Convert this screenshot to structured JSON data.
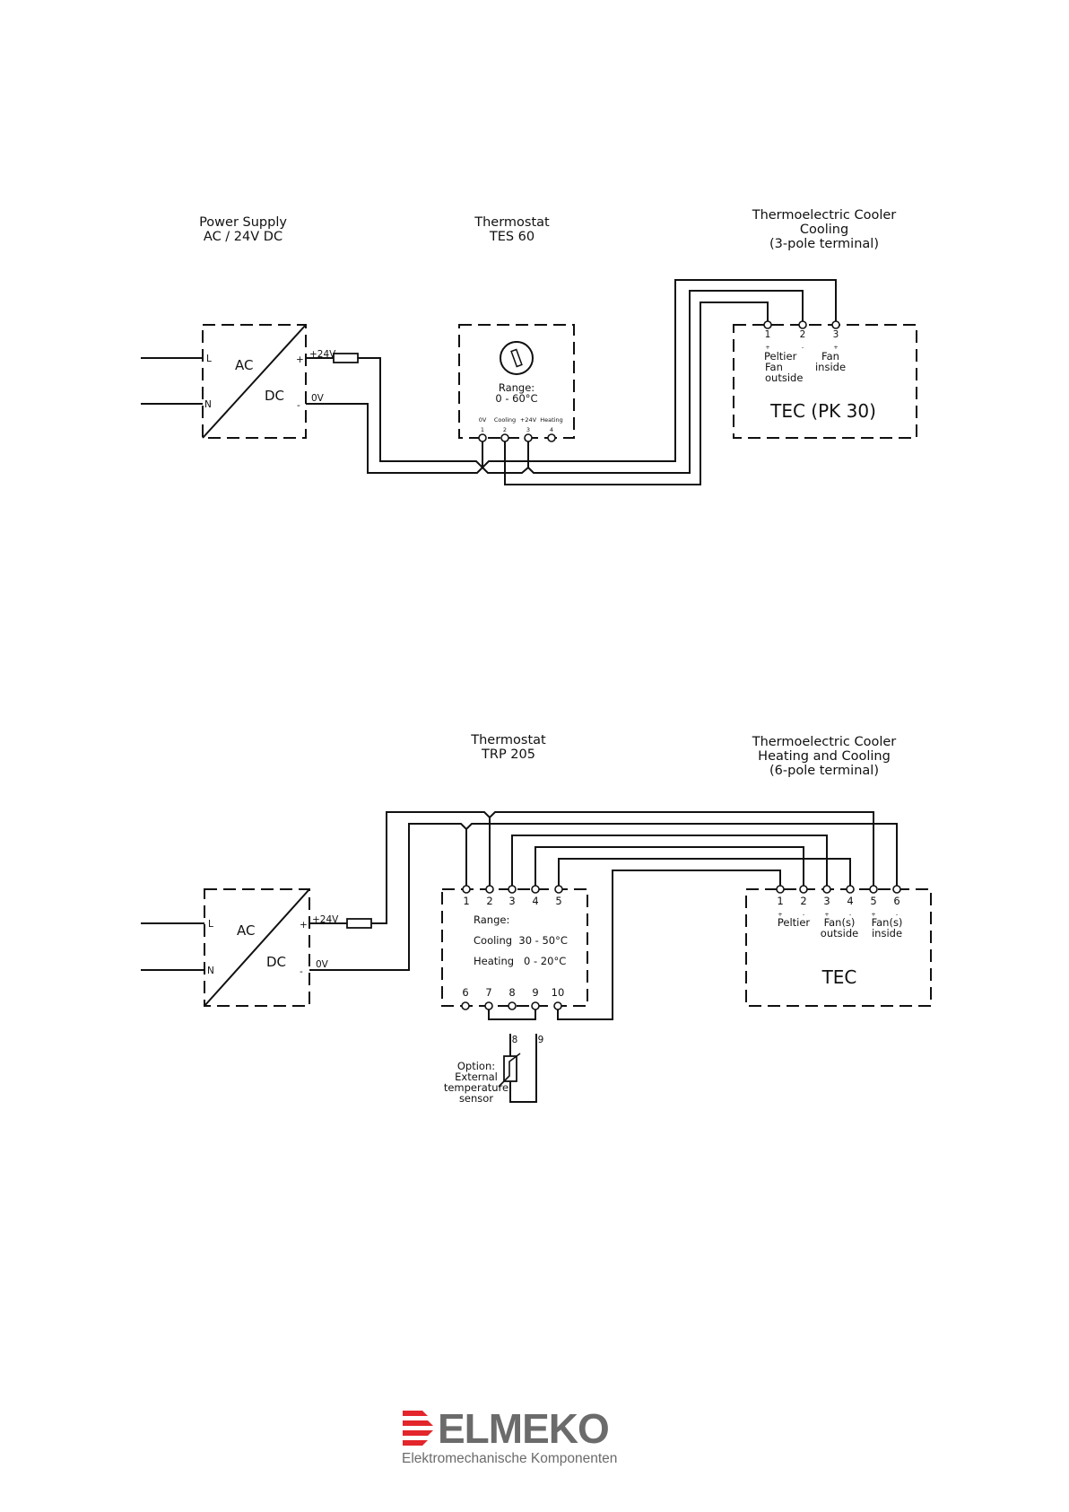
{
  "diagram1": {
    "psu_title": [
      "Power Supply",
      "AC / 24V DC"
    ],
    "psu": {
      "l": "L",
      "n": "N",
      "ac": "AC",
      "dc": "DC",
      "plus": "+",
      "minus": "-",
      "v24": "+24V",
      "v0": "0V"
    },
    "thermostat_title": [
      "Thermostat",
      "TES 60"
    ],
    "thermostat": {
      "range": [
        "Range:",
        "0 - 60°C"
      ],
      "terminal_names": [
        "0V",
        "Cooling",
        "+24V",
        "Heating"
      ],
      "terminal_numbers": [
        "1",
        "2",
        "3",
        "4"
      ]
    },
    "tec_title": [
      "Thermoelectric Cooler",
      "Cooling",
      "(3-pole terminal)"
    ],
    "tec": {
      "terminal_numbers": [
        "1",
        "2",
        "3"
      ],
      "signs": [
        "+",
        "-",
        "+"
      ],
      "labels": [
        [
          "Peltier",
          "Fan",
          "outside"
        ],
        [
          "Fan",
          "inside"
        ]
      ],
      "name": "TEC (PK 30)"
    }
  },
  "diagram2": {
    "psu": {
      "l": "L",
      "n": "N",
      "ac": "AC",
      "dc": "DC",
      "plus": "+",
      "minus": "-",
      "v24": "+24V",
      "v0": "0V"
    },
    "thermostat_title": [
      "Thermostat",
      "TRP 205"
    ],
    "thermostat": {
      "top_numbers": [
        "1",
        "2",
        "3",
        "4",
        "5"
      ],
      "range": "Range:",
      "cooling": "Cooling  30 - 50°C",
      "heating": "Heating   0 - 20°C",
      "bottom_numbers": [
        "6",
        "7",
        "8",
        "9",
        "10"
      ]
    },
    "tec_title": [
      "Thermoelectric Cooler",
      "Heating and Cooling",
      "(6-pole terminal)"
    ],
    "tec": {
      "terminal_numbers": [
        "1",
        "2",
        "3",
        "4",
        "5",
        "6"
      ],
      "signs": [
        "+",
        "-",
        "+",
        "-",
        "+",
        "-"
      ],
      "labels": [
        [
          "Peltier"
        ],
        [
          "Fan(s)",
          "outside"
        ],
        [
          "Fan(s)",
          "inside"
        ]
      ],
      "name": "TEC"
    },
    "sensor": {
      "pin_a": "8",
      "pin_b": "9",
      "label": [
        "Option:",
        "External",
        "temperature",
        "sensor"
      ]
    }
  },
  "logo": {
    "name": "ELMEKO",
    "tagline": "Elektromechanische Komponenten",
    "color": "#e3262b",
    "text_color": "#6b6b6b"
  }
}
